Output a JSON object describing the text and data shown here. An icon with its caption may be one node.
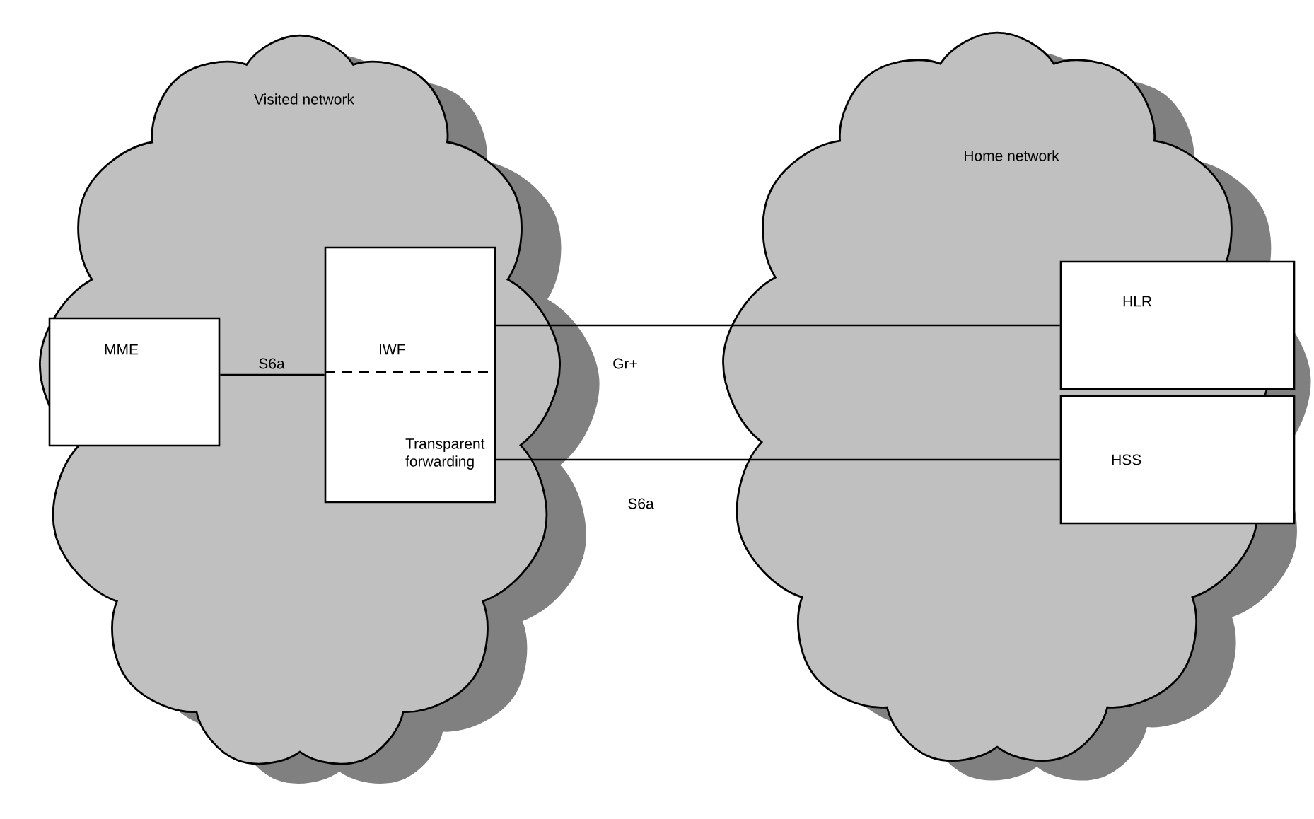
{
  "diagram": {
    "nodes": [
      {
        "text": [
          "Visited network"
        ]
      },
      {
        "text": [
          "Home network"
        ]
      },
      {
        "text": [
          "MME"
        ],
        "in": 0
      },
      {
        "text": [
          "IWF",
          "Transparent forwarding"
        ],
        "in": 0
      },
      {
        "text": [
          "HLR"
        ],
        "in": 1
      },
      {
        "text": [
          "HSS"
        ],
        "in": 1
      }
    ],
    "edges": [
      {
        "from": 2,
        "to": 3,
        "arrow": "none",
        "label": "S6a"
      },
      {
        "from": 3,
        "to": 4,
        "arrow": "none",
        "label": "Gr+"
      },
      {
        "from": 3,
        "to": 5,
        "arrow": "none",
        "label": "S6a"
      }
    ]
  }
}
